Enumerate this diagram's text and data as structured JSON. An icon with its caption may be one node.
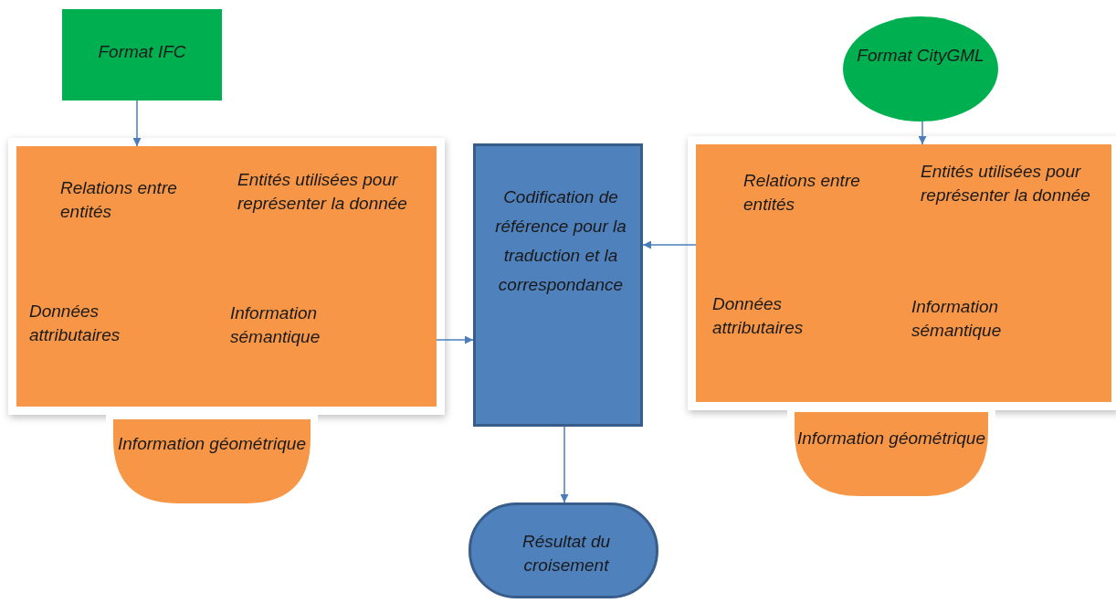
{
  "diagram": {
    "nodes": [
      {
        "text": [
          "Format IFC"
        ]
      },
      {
        "text": [
          "Relations entre entités",
          "Entités utilisées pour représenter la donnée",
          "Données attributaires",
          "Information sémantique"
        ]
      },
      {
        "text": [
          "Information géométrique"
        ]
      },
      {
        "text": [
          "Format CityGML"
        ]
      },
      {
        "text": [
          "Relations entre entités",
          "Entités utilisées pour représenter la donnée",
          "Données attributaires",
          "Information sémantique"
        ]
      },
      {
        "text": [
          "Information géométrique"
        ]
      },
      {
        "text": [
          "Codification de référence pour la traduction et la correspondance"
        ]
      },
      {
        "text": [
          "Résultat du croisement"
        ]
      }
    ],
    "edges": [
      {
        "from": 0,
        "to": 1,
        "arrow": "to"
      },
      {
        "from": 3,
        "to": 4,
        "arrow": "to"
      },
      {
        "from": 4,
        "to": 6,
        "arrow": "to"
      },
      {
        "from": 1,
        "to": 6,
        "arrow": "to"
      },
      {
        "from": 6,
        "to": 7,
        "arrow": "to"
      }
    ]
  }
}
